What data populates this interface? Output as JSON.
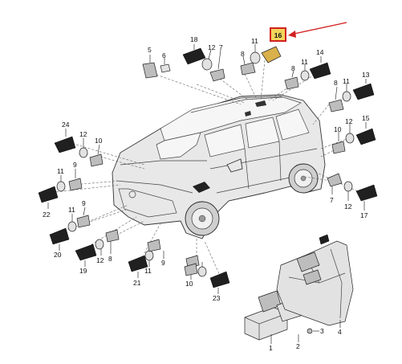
{
  "callout": {
    "label": "16",
    "box_color": "#d22020",
    "fill_color": "#f2d35a",
    "arrow_color": "#d22020"
  },
  "labels": {
    "l18": "18",
    "l12a": "12",
    "l7a": "7",
    "l5": "5",
    "l6": "6",
    "l8a": "8",
    "l11a": "11",
    "l14": "14",
    "l8b": "8",
    "l11b": "11",
    "l13": "13",
    "l24": "24",
    "l12b": "12",
    "l10a": "10",
    "l12c": "12",
    "l10b": "10",
    "l15": "15",
    "l11c": "11",
    "l9a": "9",
    "l22": "22",
    "l11d": "11",
    "l9b": "9",
    "l20": "20",
    "l8c": "8",
    "l12d": "12",
    "l19": "19",
    "l11e": "11",
    "l9c": "9",
    "l21": "21",
    "l8d": "8",
    "l10c": "10",
    "l23": "23",
    "l11f": "11",
    "l7b": "7",
    "l12e": "12",
    "l17": "17",
    "l1": "1",
    "l2": "2",
    "l3": "3",
    "l4": "4"
  }
}
